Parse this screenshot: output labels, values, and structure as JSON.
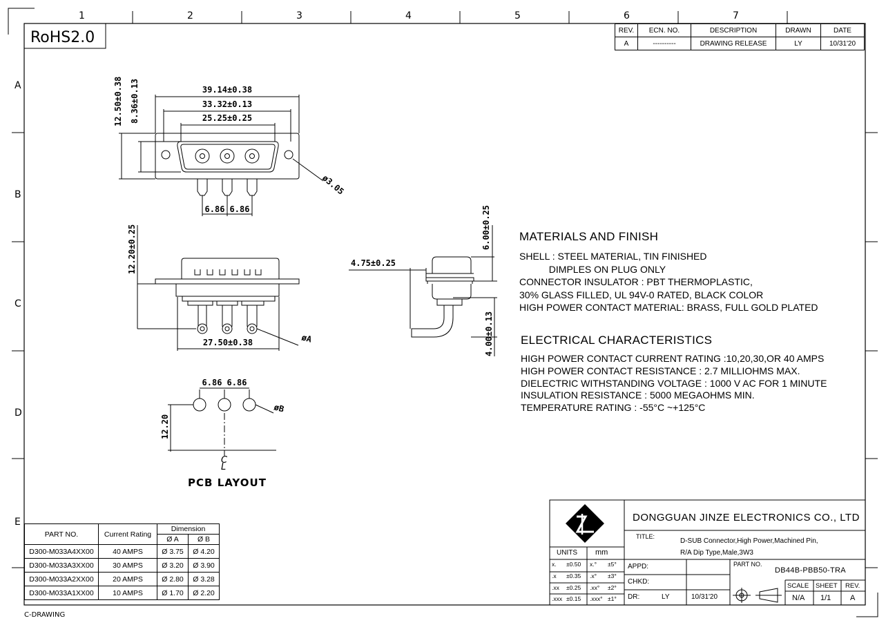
{
  "frame": {
    "column_labels": [
      "1",
      "2",
      "3",
      "4",
      "5",
      "6",
      "7"
    ],
    "row_labels": [
      "A",
      "B",
      "C",
      "D",
      "E"
    ],
    "corner_note": "C-DRAWING"
  },
  "rohs": "RoHS2.0",
  "revision_block": {
    "headers": [
      "REV.",
      "ECN. NO.",
      "DESCRIPTION",
      "DRAWN",
      "DATE"
    ],
    "row": [
      "A",
      "----------",
      "DRAWING RELEASE",
      "LY",
      "10/31'20"
    ]
  },
  "top_view": {
    "dim_overall": "39.14±0.38",
    "dim_shell": "33.32±0.13",
    "dim_insulator": "25.25±0.25",
    "dim_height_overall": "12.50±0.38",
    "dim_height_shell": "8.36±0.13",
    "dim_hole": "ø3.05",
    "dim_pitch_left": "6.86",
    "dim_pitch_right": "6.86"
  },
  "front_view": {
    "dim_height": "12.20±0.25",
    "dim_width": "27.50±0.38",
    "dim_pin_dia": "øA"
  },
  "side_view": {
    "dim_offset": "4.75±0.25",
    "dim_top": "6.00±0.25",
    "dim_bottom": "4.00±0.13"
  },
  "pcb_layout": {
    "title": "PCB LAYOUT",
    "pitch_left": "6.86",
    "pitch_right": "6.86",
    "row_offset": "12.20",
    "hole_dia": "øB",
    "centerline": "C",
    "centerline_sub": "L"
  },
  "materials": {
    "heading": "MATERIALS AND FINISH",
    "lines": [
      "SHELL : STEEL MATERIAL, TIN FINISHED",
      "           DIMPLES ON PLUG ONLY",
      "CONNECTOR INSULATOR : PBT THERMOPLASTIC,",
      "30% GLASS FILLED, UL 94V-0 RATED, BLACK COLOR",
      "HIGH POWER CONTACT MATERIAL: BRASS, FULL GOLD PLATED"
    ]
  },
  "electrical": {
    "heading": "ELECTRICAL CHARACTERISTICS",
    "lines": [
      "HIGH POWER CONTACT CURRENT RATING :10,20,30,OR 40 AMPS",
      "HIGH POWER CONTACT RESISTANCE : 2.7 MILLIOHMS MAX.",
      "DIELECTRIC WITHSTANDING VOLTAGE : 1000 V AC FOR 1 MINUTE",
      "INSULATION RESISTANCE : 5000 MEGAOHMS MIN.",
      "TEMPERATURE RATING : -55°C ~+125°C"
    ]
  },
  "parts_table": {
    "header_part": "PART NO.",
    "header_rating": "Current Rating",
    "header_dimension": "Dimension",
    "header_a": "Ø A",
    "header_b": "Ø B",
    "rows": [
      [
        "D300-M033A4XX00",
        "40 AMPS",
        "Ø 3.75",
        "Ø 4.20"
      ],
      [
        "D300-M033A3XX00",
        "30 AMPS",
        "Ø 3.20",
        "Ø 3.90"
      ],
      [
        "D300-M033A2XX00",
        "20 AMPS",
        "Ø 2.80",
        "Ø 3.28"
      ],
      [
        "D300-M033A1XX00",
        "10 AMPS",
        "Ø 1.70",
        "Ø 2.20"
      ]
    ]
  },
  "title_block": {
    "company": "DONGGUAN  JINZE  ELECTRONICS  CO.,  LTD",
    "title_label": "TITLE:",
    "title_line1": "D-SUB Connector,High Power,Machined Pin,",
    "title_line2": "R/A Dip Type,Male,3W3",
    "units_label": "UNITS",
    "units_value": "mm",
    "tolerances": [
      [
        "x.",
        "±0.50",
        "x.°",
        "±5°"
      ],
      [
        ".x",
        "±0.35",
        ".x°",
        "±3°"
      ],
      [
        ".xx",
        "±0.25",
        ".xx°",
        "±2°"
      ],
      [
        ".xxx",
        "±0.15",
        ".xxx°",
        "±1°"
      ]
    ],
    "appd_label": "APPD:",
    "chkd_label": "CHKD:",
    "dr_label": "DR:",
    "dr_value": "LY",
    "dr_date": "10/31'20",
    "part_no_label": "PART NO.",
    "part_no_value": "DB44B-PBB50-TRA",
    "scale_label": "SCALE",
    "sheet_label": "SHEET",
    "rev_label": "REV.",
    "scale_value": "N/A",
    "sheet_value": "1/1",
    "rev_value": "A"
  }
}
